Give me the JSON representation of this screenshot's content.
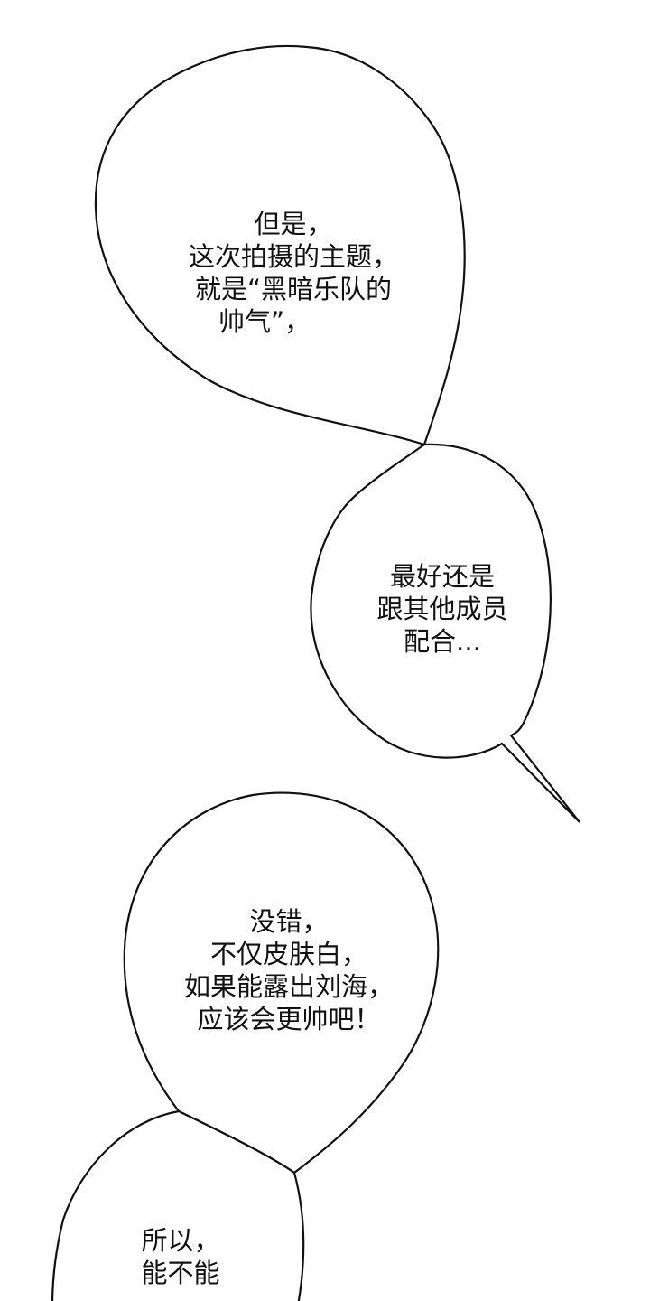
{
  "page": {
    "background": "#ffffff",
    "stroke_color": "#111111"
  },
  "bubbles": [
    {
      "id": "bubble-1",
      "lines": [
        "但是，",
        "这次拍摄的主题，",
        "就是“黑暗乐队的",
        "帅气”，"
      ]
    },
    {
      "id": "bubble-2",
      "lines": [
        "最好还是",
        "跟其他成员",
        "配合..."
      ]
    },
    {
      "id": "bubble-3",
      "lines": [
        "没错，",
        "不仅皮肤白，",
        "如果能露出刘海，",
        "应该会更帅吧！"
      ]
    },
    {
      "id": "bubble-4",
      "lines": [
        "所以，",
        "能不能"
      ]
    }
  ]
}
